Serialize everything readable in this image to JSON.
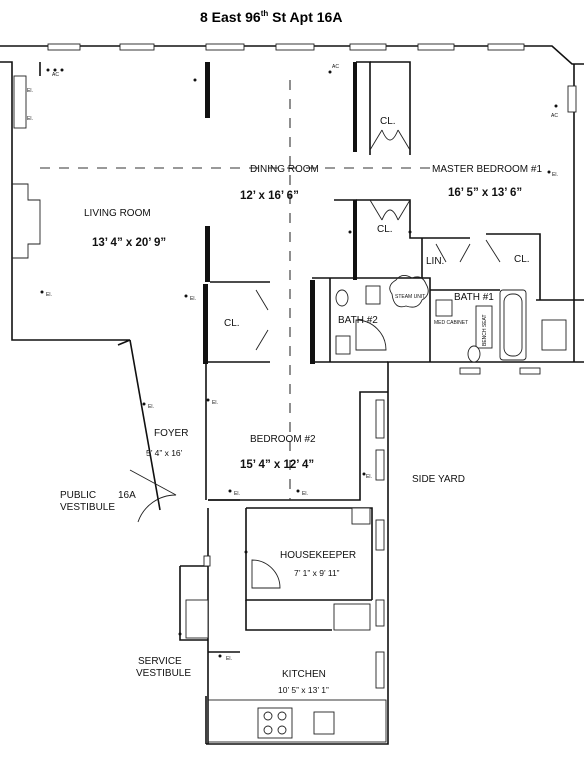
{
  "title": {
    "prefix": "8 East 96",
    "superscript": "th",
    "suffix": " St Apt 16A"
  },
  "rooms": {
    "living_room": {
      "name": "LIVING ROOM",
      "dims": "13’ 4” x 20’ 9”"
    },
    "dining_room": {
      "name": "DINING ROOM",
      "dims": "12’ x 16’ 6”"
    },
    "master_bedroom": {
      "name": "MASTER BEDROOM #1",
      "dims": "16’ 5” x 13’ 6”"
    },
    "bedroom2": {
      "name": "BEDROOM #2",
      "dims": "15’ 4” x 12’ 4”"
    },
    "foyer": {
      "name": "FOYER",
      "dims": "5’ 4” x 16’"
    },
    "housekeeper": {
      "name": "HOUSEKEEPER",
      "dims": "7’ 1” x 9’ 11”"
    },
    "kitchen": {
      "name": "KITCHEN",
      "dims": "10’ 5” x 13’ 1”"
    },
    "bath1": {
      "name": "BATH #1"
    },
    "bath2": {
      "name": "BATH #2"
    }
  },
  "labels": {
    "closet": "CL.",
    "linen": "LIN.",
    "side_yard": "SIDE YARD",
    "public_vestibule_line1": "PUBLIC",
    "public_vestibule_line2": "VESTIBULE",
    "service_vestibule_line1": "SERVICE",
    "service_vestibule_line2": "VESTIBULE",
    "unit": "16A",
    "steam_unit": "STEAM UNIT",
    "med_cabinet": "MED CABINET",
    "bench_seat": "BENCH SEAT",
    "electrical": "El.",
    "ac": "AC"
  }
}
